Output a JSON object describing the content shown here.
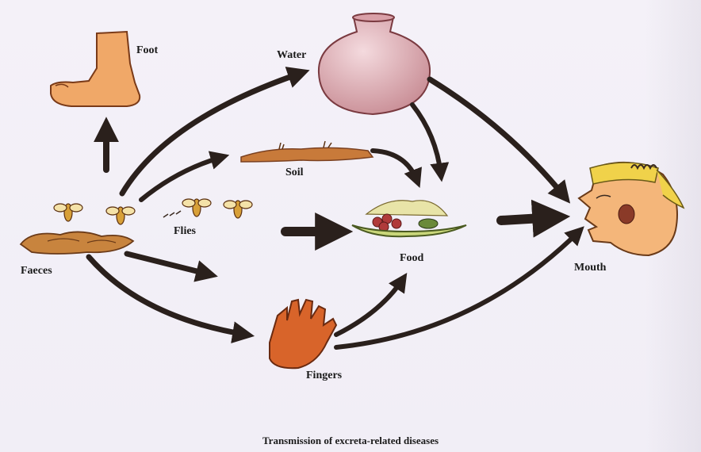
{
  "labels": {
    "foot": "Foot",
    "water": "Water",
    "soil": "Soil",
    "flies": "Flies",
    "faeces": "Faeces",
    "food": "Food",
    "fingers": "Fingers",
    "mouth": "Mouth"
  },
  "caption": "Transmission of excreta-related diseases",
  "colors": {
    "arrow": "#2a201c",
    "skin": "#f0b27a",
    "faeces": "#b87a3a",
    "pot": "#e2b2b8",
    "plate": "#c9d67a",
    "bandana": "#f0d24a",
    "fly": "#d8a038"
  }
}
